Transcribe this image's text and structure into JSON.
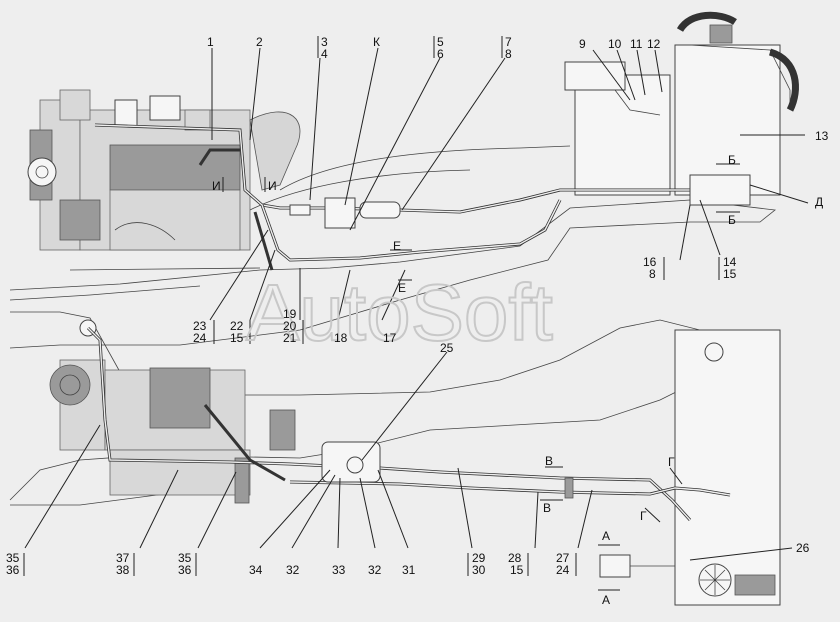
{
  "watermark": "AutoSoft",
  "callouts": {
    "c1": "1",
    "c2": "2",
    "c3": "3",
    "c4": "4",
    "cK": "К",
    "c5": "5",
    "c6": "6",
    "c7": "7",
    "c8": "8",
    "c9": "9",
    "c10": "10",
    "c11": "11",
    "c12": "12",
    "c13": "13",
    "cD": "Д",
    "c16": "16",
    "c8b": "8",
    "c14": "14",
    "c15": "15",
    "c23": "23",
    "c24": "24",
    "c22": "22",
    "c15b": "15",
    "c19": "19",
    "c20": "20",
    "c21": "21",
    "c18": "18",
    "c17": "17",
    "c25": "25",
    "c35": "35",
    "c36": "36",
    "c37": "37",
    "c38": "38",
    "c35b": "35",
    "c36b": "36",
    "c34": "34",
    "c32": "32",
    "c33": "33",
    "c32b": "32",
    "c31": "31",
    "c29": "29",
    "c30": "30",
    "c28": "28",
    "c15c": "15",
    "c27": "27",
    "c24b": "24",
    "c26": "26"
  },
  "section_marks": {
    "I1": "И",
    "I2": "И",
    "B1": "Б",
    "B2": "Б",
    "E1": "Е",
    "E2": "Е",
    "V1": "В",
    "V2": "В",
    "G1": "Г",
    "G2": "Г",
    "A1": "А",
    "A2": "А"
  }
}
